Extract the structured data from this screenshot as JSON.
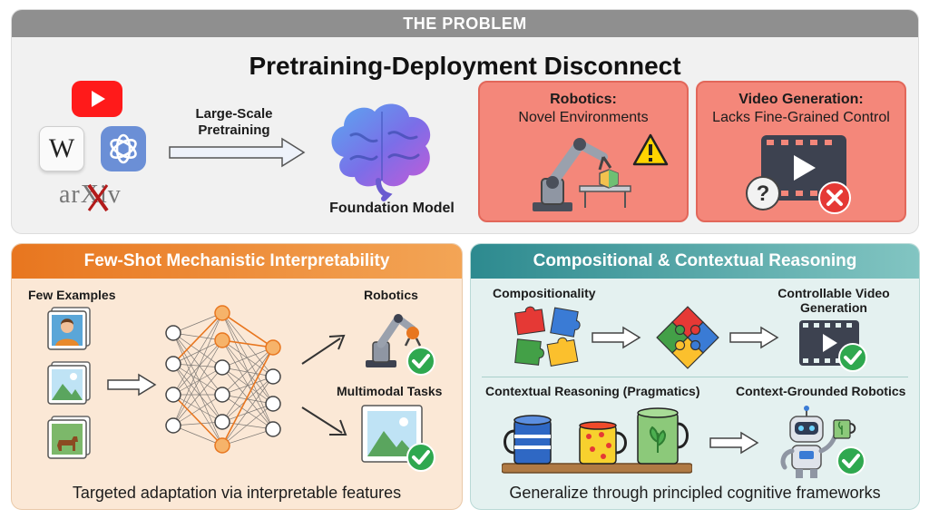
{
  "problem": {
    "header": "THE PROBLEM",
    "title": "Pretraining-Deployment Disconnect",
    "sources": {
      "arxiv_label": "arXiv",
      "wiki_letter": "W"
    },
    "arrow_label_line1": "Large-Scale",
    "arrow_label_line2": "Pretraining",
    "model_label": "Foundation Model",
    "cards": [
      {
        "title": "Robotics:",
        "subtitle": "Novel Environments"
      },
      {
        "title": "Video Generation:",
        "subtitle": "Lacks Fine-Grained Control"
      }
    ]
  },
  "few_shot": {
    "header": "Few-Shot Mechanistic Interpretability",
    "examples_label": "Few Examples",
    "robotics_label": "Robotics",
    "multimodal_label": "Multimodal Tasks",
    "caption": "Targeted adaptation via interpretable features"
  },
  "compositional": {
    "header": "Compositional & Contextual Reasoning",
    "compositionality_label": "Compositionality",
    "video_label_line1": "Controllable Video",
    "video_label_line2": "Generation",
    "contextual_label": "Contextual Reasoning (Pragmatics)",
    "grounded_label": "Context-Grounded Robotics",
    "caption": "Generalize through principled cognitive frameworks"
  },
  "colors": {
    "accent_orange": "#e8761f",
    "accent_teal": "#2d8a8f",
    "alert_red": "#f4877a",
    "success_green": "#2fa84f"
  }
}
